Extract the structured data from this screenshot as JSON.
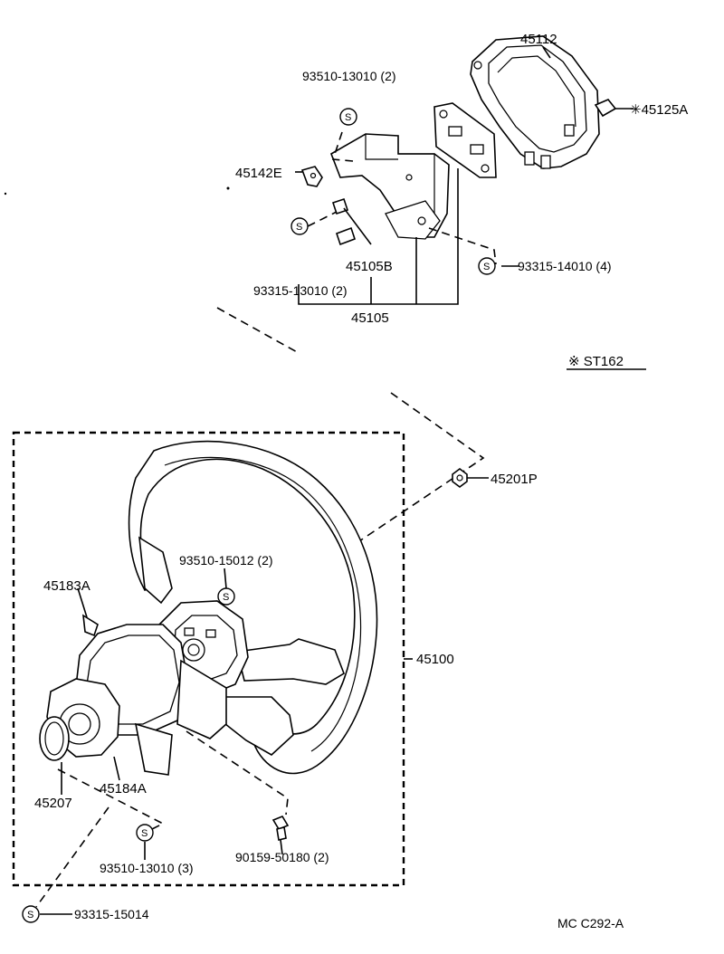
{
  "labels": {
    "p45112": "45112",
    "p93510_13010_top": "93510-13010 (2)",
    "p45125A": "✳45125A",
    "p45142E": "45142E",
    "p45105B": "45105B",
    "p93315_14010": "93315-14010 (4)",
    "p93315_13010": "93315-13010 (2)",
    "p45105": "45105",
    "st162": "※ ST162",
    "p45201P": "45201P",
    "p93510_15012": "93510-15012 (2)",
    "p45183A": "45183A",
    "p45100": "45100",
    "p45207": "45207",
    "p45184A": "45184A",
    "p90159_50180": "90159-50180 (2)",
    "p93510_13010_bottom": "93510-13010 (3)",
    "p93315_15014": "93315-15014",
    "doc_code": "MC C292-A"
  },
  "symbols": {
    "s": "S"
  }
}
